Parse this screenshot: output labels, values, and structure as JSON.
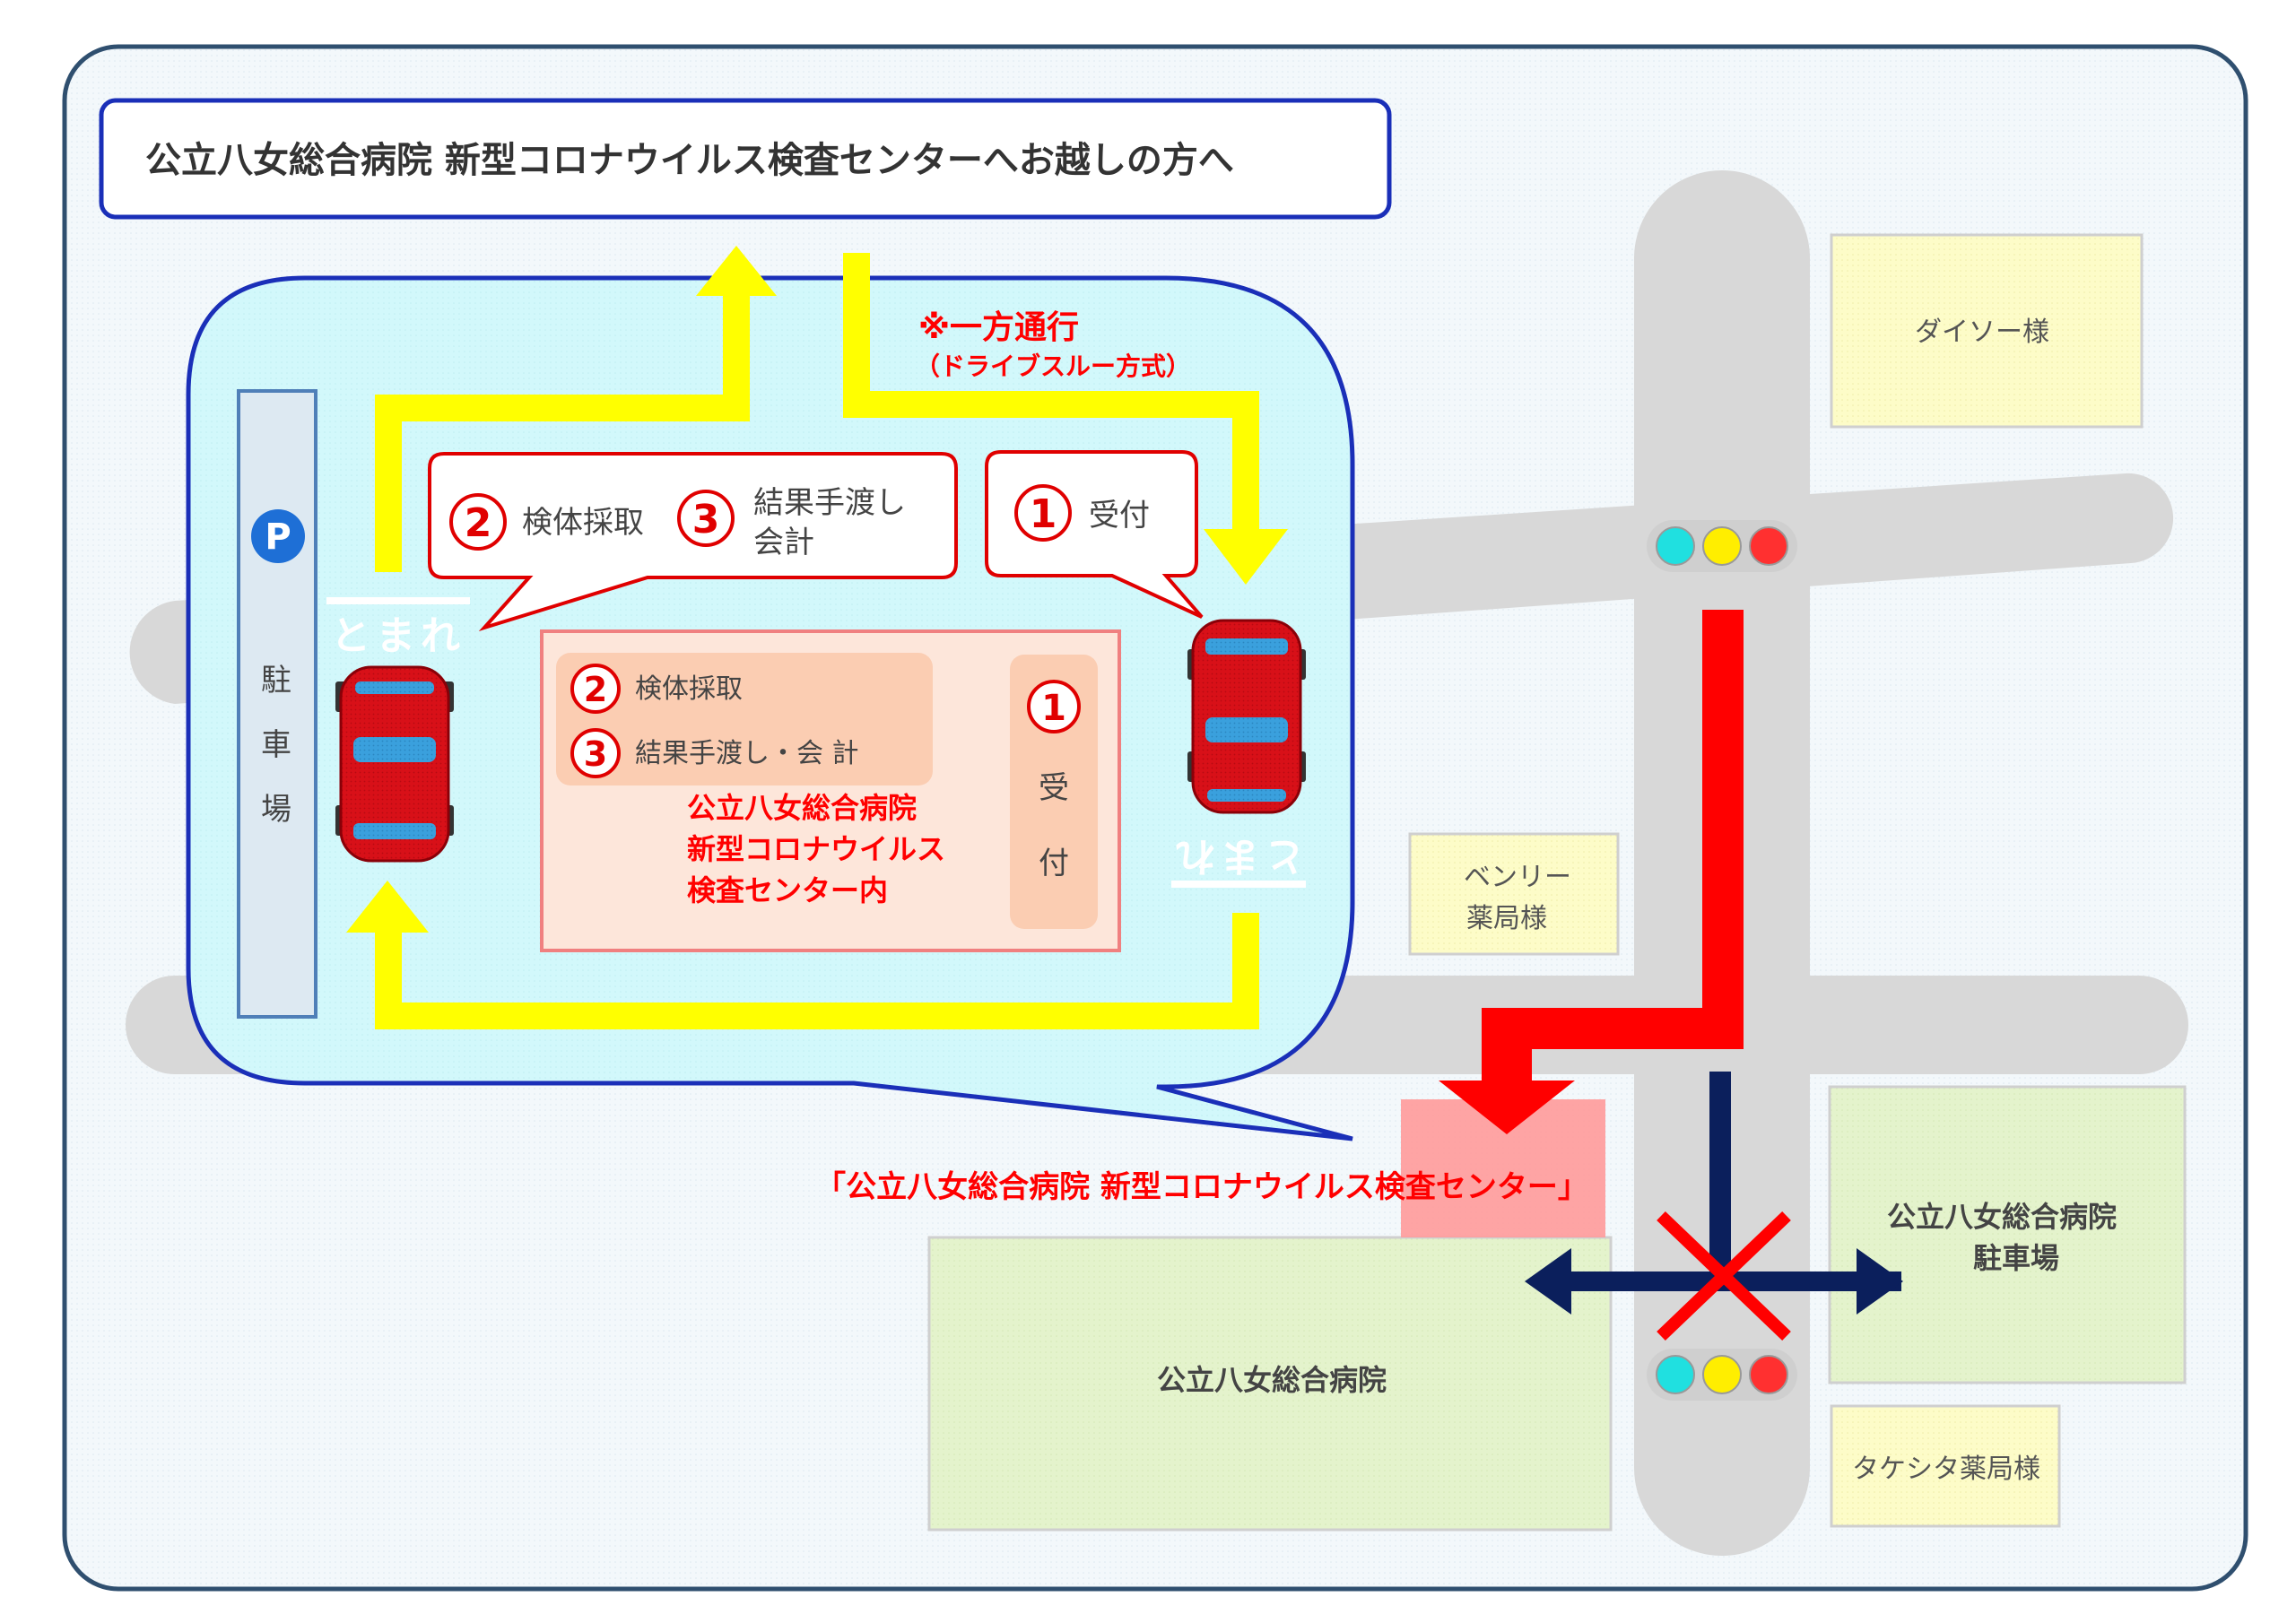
{
  "title": "公立八女総合病院  新型コロナウイルス検査センターへお越しの方へ",
  "one_way": {
    "note": "※一方通行",
    "sub": "（ドライブスルー方式）"
  },
  "parking": {
    "icon_letter": "P",
    "label": [
      "駐",
      "車",
      "場"
    ]
  },
  "stop_marks": {
    "left": "とまれ",
    "right": "とまれ"
  },
  "bubble_step23": {
    "num2": "2",
    "label2": "検体採取",
    "num3": "3",
    "label3_line1": "結果手渡し",
    "label3_line2": "会計"
  },
  "bubble_step1": {
    "num1": "1",
    "label1": "受付"
  },
  "center_box": {
    "step2_num": "2",
    "step2": "検体採取",
    "step3_num": "3",
    "step3": "結果手渡し・会 計",
    "name_lines": [
      "公立八女総合病院",
      "新型コロナウイルス",
      "検査センター内"
    ],
    "step1_num": "1",
    "reception_chars": [
      "受",
      "付"
    ]
  },
  "landmarks": {
    "daiso": "ダイソー様",
    "benry": [
      "ベンリー",
      "薬局様"
    ],
    "hospital_parking": [
      "公立八女総合病院",
      "駐車場"
    ],
    "hospital": "公立八女総合病院",
    "takeshita": "タケシタ薬局様"
  },
  "testing_center_label": "「公立八女総合病院  新型コロナウイルス検査センター」",
  "colors": {
    "frame_border": "#2f4f6f",
    "road": "#d8d8d8",
    "title_border": "#1a2fb8",
    "callout_fill": "#d2f8fb",
    "route_yellow": "#ffff00",
    "route_red": "#ff0000",
    "alert_red": "#ff0000",
    "navy_arrow": "#0b1f5c",
    "landmark_yellow": "#fdfcc8",
    "landmark_green": "#e4f3cc",
    "center_pink": "#ff9a9a",
    "center_box_fill": "#fde6da",
    "car_red": "#d81018",
    "car_glass": "#3aa0dd"
  }
}
